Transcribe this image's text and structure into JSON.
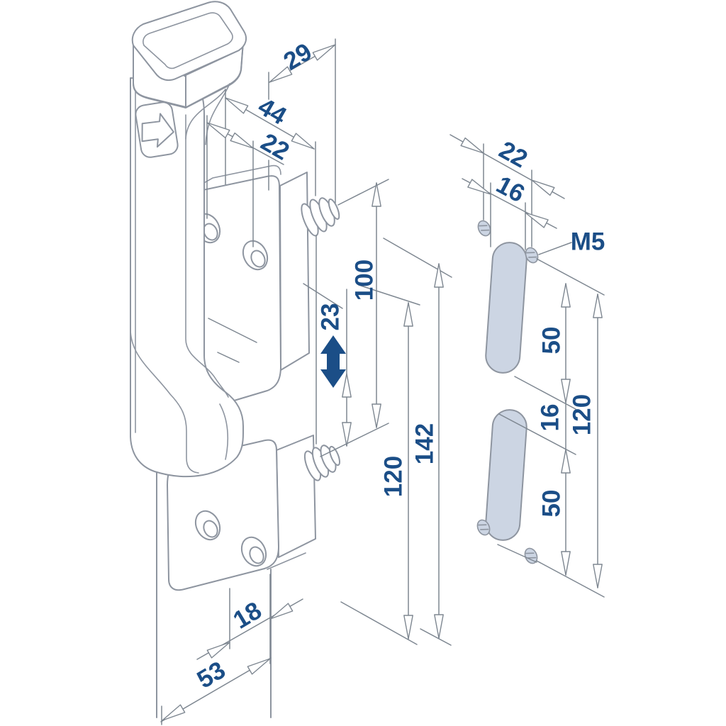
{
  "drawing": {
    "background": "#ffffff",
    "line_color": "#8e95a0",
    "dimension_line_color": "#7e8791",
    "label_color": "#1b4e87",
    "slot_fill_color": "#ccd5e3",
    "movement_arrow_color": "#1b4e87",
    "left_view": {
      "description": "isometric view of vertical pull handle with two mounting plates, threaded studs and fixing bar",
      "labels": {
        "grip_depth": "29",
        "plate_offset": "44",
        "hole_offset": "22",
        "stud_spacing": "100",
        "travel": "23",
        "hole_spacing": "120",
        "overall_height": "142",
        "bar_offset": "18",
        "bar_width": "53"
      }
    },
    "right_view": {
      "description": "mounting cut-out and drilling template with two slots and four M5 threaded holes",
      "labels": {
        "hole_column_spacing": "22",
        "slot_width": "16",
        "thread_size": "M5",
        "upper_slot_length": "50",
        "slot_gap": "16",
        "lower_slot_length": "50",
        "hole_row_spacing": "120"
      }
    },
    "icons": {
      "handle_emblem": "arrow-right",
      "movement_indicator": "arrow-up-down"
    }
  }
}
